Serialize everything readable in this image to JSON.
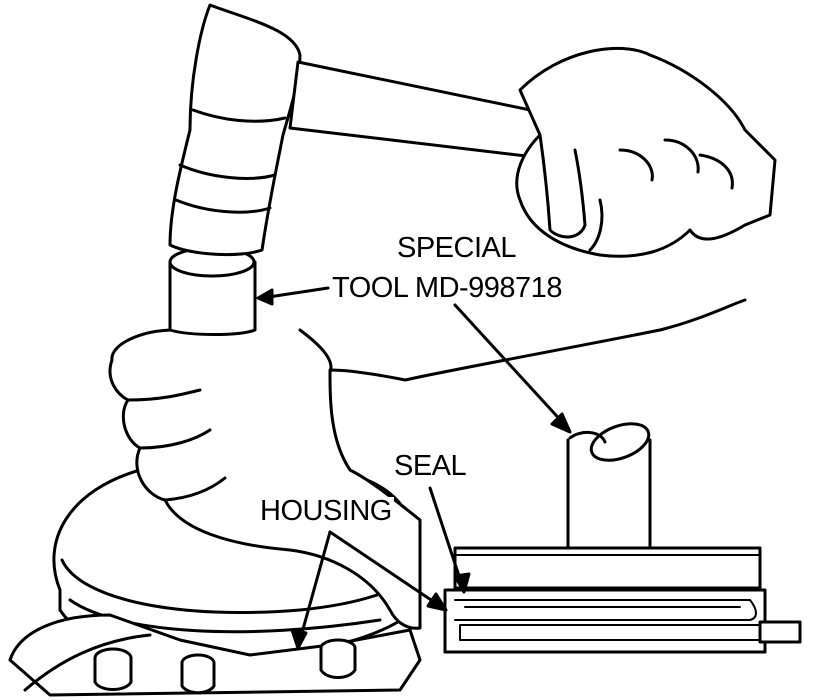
{
  "labels": {
    "special": "SPECIAL",
    "tool": "TOOL MD-998718",
    "seal": "SEAL",
    "housing": "HOUSING"
  }
}
